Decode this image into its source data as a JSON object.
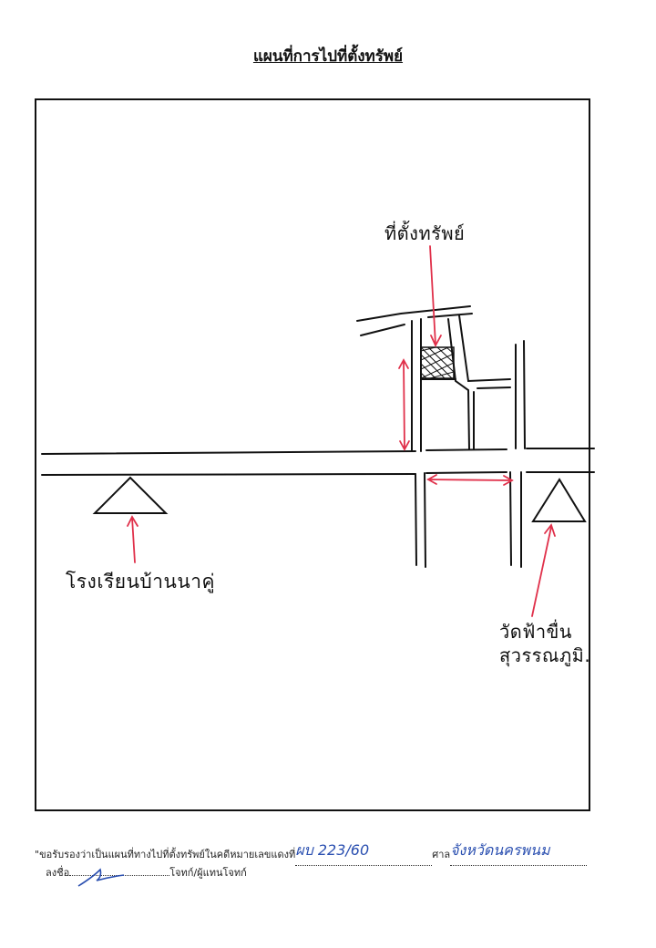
{
  "title": "แผนที่การไปที่ตั้งทรัพย์",
  "labels": {
    "property": "ที่ตั้งทรัพย์",
    "school": "โรงเรียนบ้านนาคู่",
    "temple_line1": "วัดฟ้าขื่น",
    "temple_line2": "สุวรรณภูมิ."
  },
  "footer": {
    "certify_text": "ขอรับรองว่าเป็นแผนที่ทางไปที่ตั้งทรัพย์ในคดีหมายเลขแดงที่",
    "case_number": "ผบ 223/60",
    "court_label": "ศาล",
    "court_name": "จังหวัดนครพนม",
    "sign_label": "ลงชื่อ",
    "role_label": "โจทก์/ผู้แทนโจทก์"
  },
  "colors": {
    "ink": "#111111",
    "arrow": "#e0304a",
    "handwriting_blue": "#2a4fb0"
  }
}
